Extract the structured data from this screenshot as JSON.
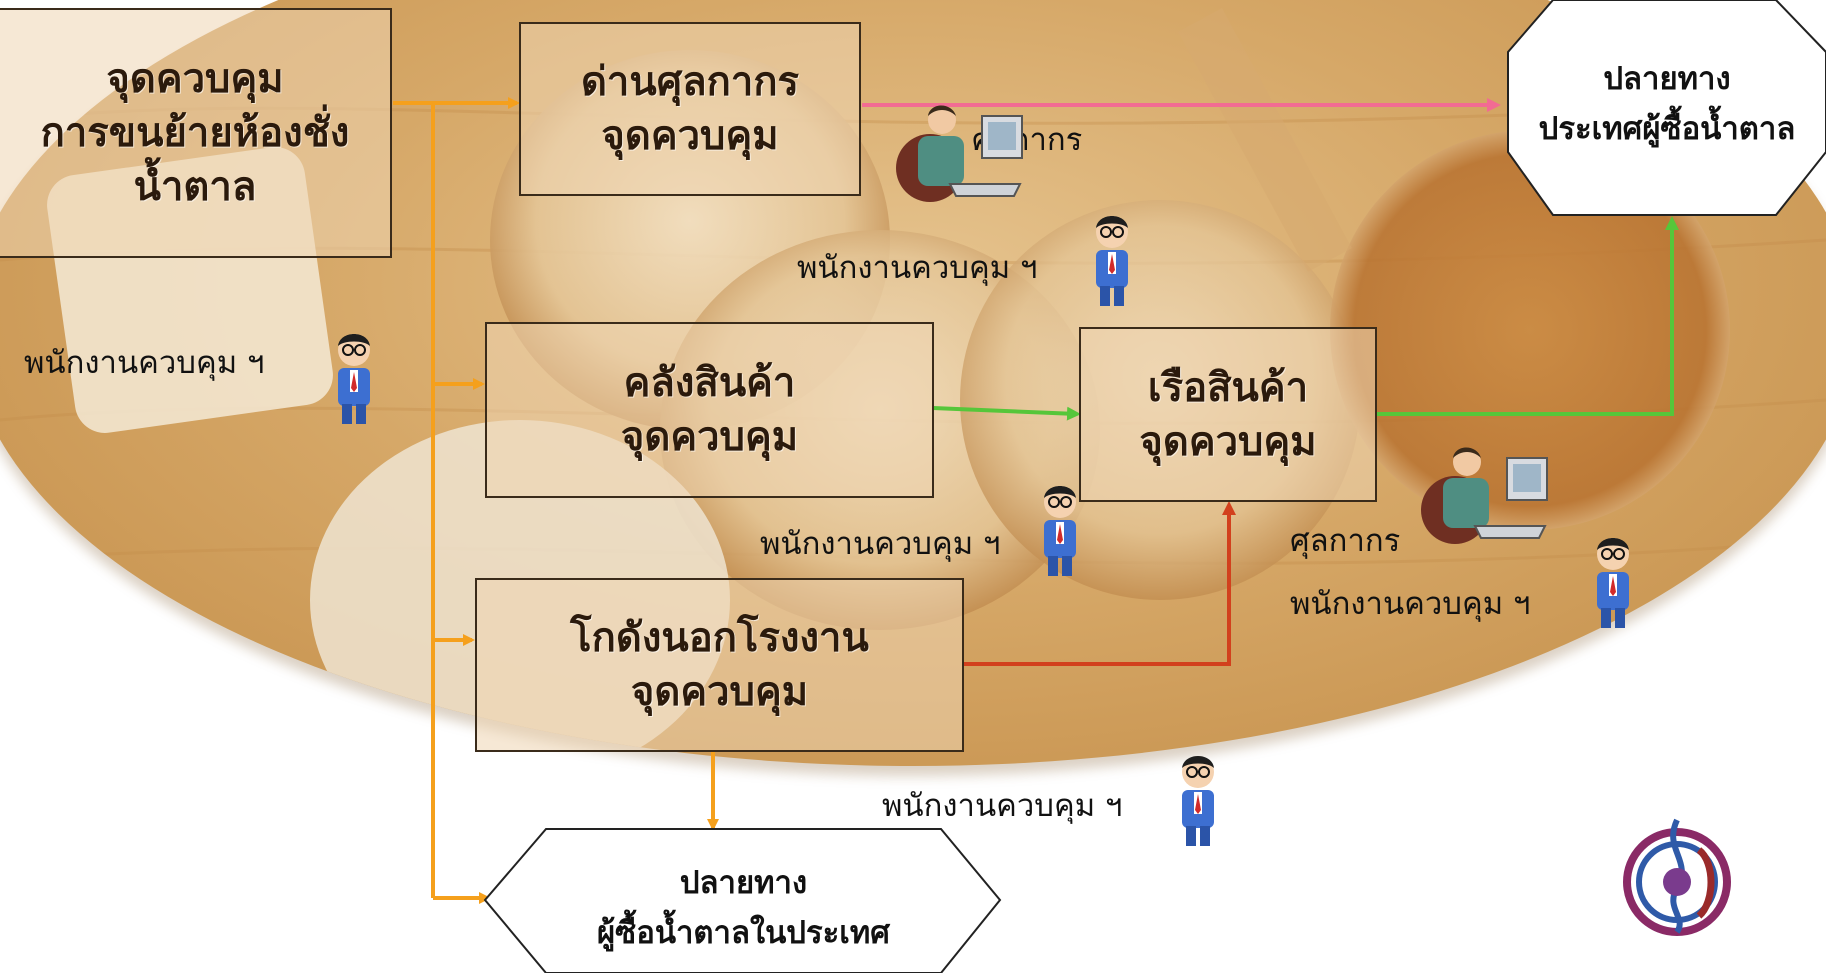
{
  "nodes": {
    "origin": [
      "จุดควบคุม",
      "การขนย้ายห้องชั่ง",
      "น้ำตาล"
    ],
    "customs": [
      "ด่านศุลกากร",
      "จุดควบคุม"
    ],
    "warehouse": [
      "คลังสินค้า",
      "จุดควบคุม"
    ],
    "offsite_depot": [
      "โกดังนอกโรงงาน",
      "จุดควบคุม"
    ],
    "cargo_ship": [
      "เรือสินค้า",
      "จุดควบคุม"
    ],
    "export_destination": [
      "ปลายทาง",
      "ประเทศผู้ซื้อน้ำตาล"
    ],
    "domestic_destination": [
      "ปลายทาง",
      "ผู้ซื้อน้ำตาลในประเทศ"
    ]
  },
  "labels": {
    "staff": "พนักงานควบคุม ฯ",
    "customs_officer": "ศุลกากร"
  },
  "icons": [
    "staff-figure-icon",
    "customs-officer-computer-icon",
    "cane-and-sugar-board-logo-icon"
  ],
  "colors": {
    "orange_arrow": "#f5a01c",
    "pink_arrow": "#f26b93",
    "green_arrow": "#56c63a",
    "red_arrow": "#d2401d",
    "background_tan": "#d9b07a"
  }
}
